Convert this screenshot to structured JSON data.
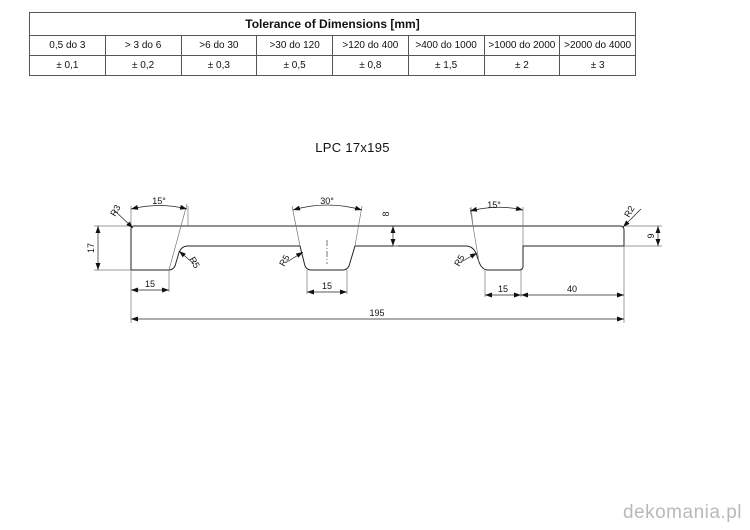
{
  "tolerance_table": {
    "title": "Tolerance of Dimensions [mm]",
    "ranges": [
      "0,5 do 3",
      "> 3 do 6",
      ">6 do 30",
      ">30 do 120",
      ">120 do 400",
      ">400 do 1000",
      ">1000 do 2000",
      ">2000 do 4000"
    ],
    "tolerances": [
      "± 0,1",
      "± 0,2",
      "± 0,3",
      "± 0,5",
      "± 0,8",
      "± 1,5",
      "± 2",
      "± 3"
    ]
  },
  "drawing": {
    "title": "LPC 17x195",
    "dimensions": {
      "overall_width": "195",
      "height_left": "17",
      "height_right": "9",
      "groove_depth": "8",
      "foot_left": "15",
      "foot_middle": "15",
      "foot_right": "15",
      "right_segment": "40",
      "angle_left": "15°",
      "angle_middle": "30°",
      "angle_right": "15°",
      "radius_top_left": "R3",
      "radius_top_right": "R2",
      "radius_groove_left": "R5",
      "radius_groove_middle": "R5",
      "radius_groove_right": "R5"
    }
  },
  "watermark": "dekomania.pl"
}
